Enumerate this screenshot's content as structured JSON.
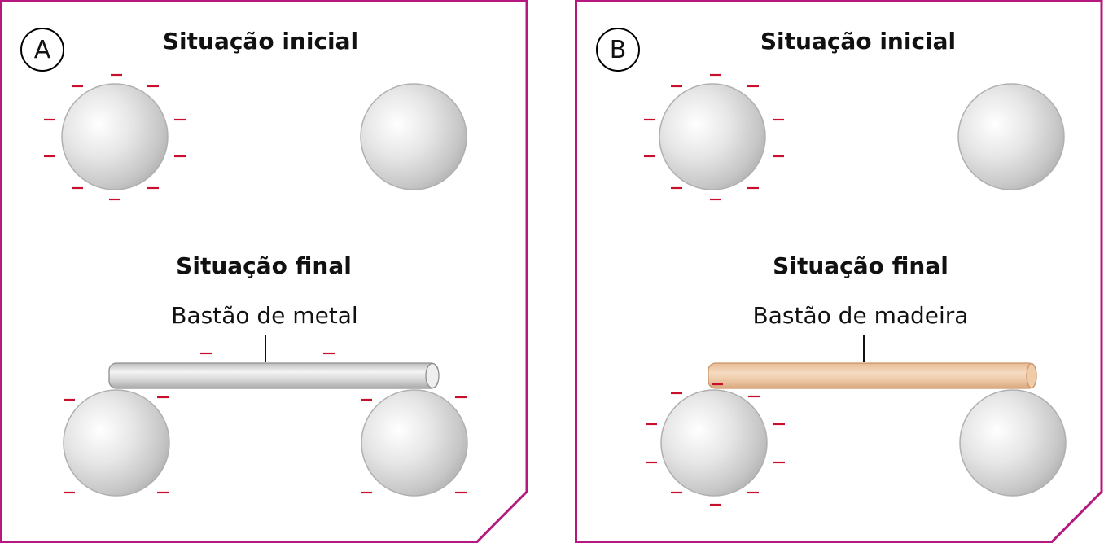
{
  "panels": [
    {
      "letter": "A",
      "initial_title": "Situação inicial",
      "final_title": "Situação final",
      "rod_label": "Bastão de metal",
      "rod_material": "metal",
      "rod_color": "#d9d9d9"
    },
    {
      "letter": "B",
      "initial_title": "Situação inicial",
      "final_title": "Situação final",
      "rod_label": "Bastão de madeira",
      "rod_material": "wood",
      "rod_color": "#eec9a6"
    }
  ],
  "colors": {
    "frame": "#b5187f",
    "charge": "#c8102e"
  }
}
